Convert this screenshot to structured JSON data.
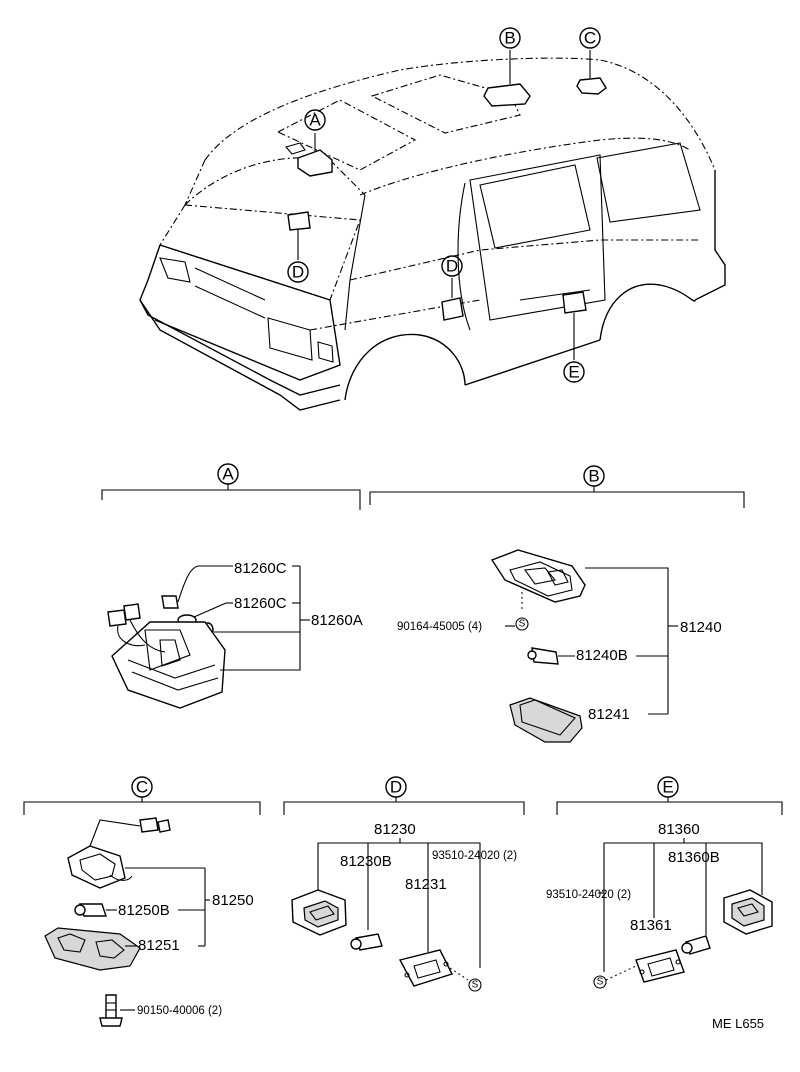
{
  "callouts": {
    "a": "A",
    "b": "B",
    "c": "C",
    "d": "D",
    "e": "E",
    "s": "S"
  },
  "section_a": {
    "letter": "A",
    "parts": [
      "81260C",
      "81260C",
      "81260A"
    ]
  },
  "section_b": {
    "letter": "B",
    "parts": [
      "90164-45005 (4)",
      "81240B",
      "81240",
      "81241"
    ]
  },
  "section_c": {
    "letter": "C",
    "parts": [
      "81250B",
      "81250",
      "81251",
      "90150-40006 (2)"
    ]
  },
  "section_d": {
    "letter": "D",
    "parts": [
      "81230",
      "81230B",
      "93510-24020 (2)",
      "81231"
    ]
  },
  "section_e": {
    "letter": "E",
    "parts": [
      "81360",
      "81360B",
      "93510-24020 (2)",
      "81361"
    ]
  },
  "diagram_code": "ME  L655"
}
